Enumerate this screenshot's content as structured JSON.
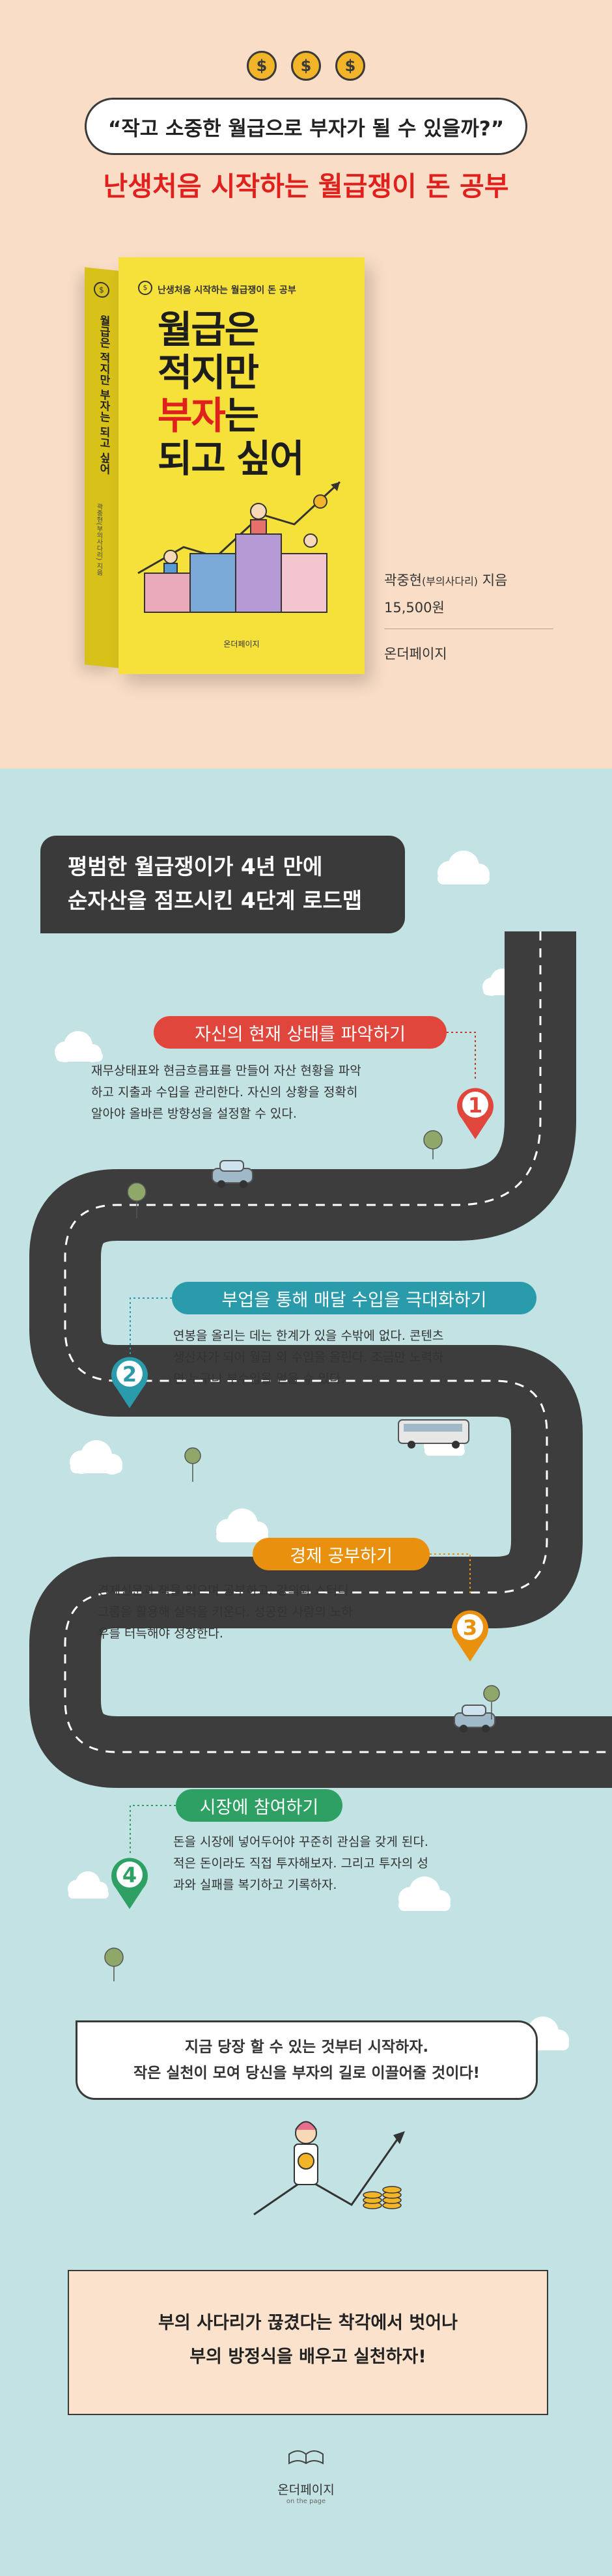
{
  "header": {
    "coin_symbol": "$",
    "quote": "“작고 소중한 월급으로 부자가 될 수 있을까?”",
    "headline": "난생처음 시작하는 월급쟁이 돈 공부"
  },
  "book": {
    "series_label": "난생처음 시작하는 월급쟁이 돈 공부",
    "title_line1": "월급은",
    "title_line2": "적지만",
    "title_line3_red": "부자",
    "title_line3_rest": "는",
    "title_line4": "되고 싶어",
    "spine_title": "월급은 적지만 부자는 되고 싶어",
    "spine_author": "곽중현(부의사다리) 지음",
    "cover_publisher": "온더페이지"
  },
  "book_info": {
    "author_name": "곽중현",
    "author_alias": "(부의사다리)",
    "author_suffix": " 지음",
    "price": "15,500원",
    "publisher": "온더페이지"
  },
  "roadmap": {
    "intro_line1": "평범한 월급쟁이가 4년 만에",
    "intro_line2": "순자산을 점프시킨 4단계 로드맵",
    "steps": [
      {
        "number": "1",
        "label": "자신의 현재 상태를 파악하기",
        "color": "#e0463c",
        "lines": [
          "재무상태표와 현금흐름표를 만들어 자산 현황을 파악",
          "하고 지출과 수입을 관리한다. 자신의 상황을 정확히",
          "알아야 올바른 방향성을 설정할 수 있다."
        ]
      },
      {
        "number": "2",
        "label": "부업을 통해 매달 수입을 극대화하기",
        "color": "#2a9bab",
        "lines": [
          "연봉을 올리는 데는 한계가 있을 수밖에 없다. 콘텐츠",
          "생산자가 되어 월급 외 수입을 올린다. 조금만 노력하",
          "면 누구나 부수입을 얻을 수 있다."
        ]
      },
      {
        "number": "3",
        "label": "경제 공부하기",
        "color": "#e9910e",
        "lines": [
          "경제신문과 책을 읽으며 공부하고, 강의와 스터디",
          "그룹을 활용해 실력을 키운다. 성공한 사람의 노하",
          "우를 터득해야 성장한다."
        ]
      },
      {
        "number": "4",
        "label": "시장에 참여하기",
        "color": "#2ea063",
        "lines": [
          "돈을 시장에 넣어두어야 꾸준히 관심을 갖게 된다.",
          "적은 돈이라도 직접 투자해보자. 그리고 투자의 성",
          "과와 실패를 복기하고 기록하자."
        ]
      }
    ]
  },
  "summary": {
    "line1": "지금 당장 할 수 있는 것부터 시작하자.",
    "line2": "작은 실천이 모여 당신을 부자의 길로 이끌어줄 것이다!"
  },
  "final": {
    "line1": "부의 사다리가 끊겼다는 착각에서 벗어나",
    "line2": "부의 방정식을 배우고 실천하자!"
  },
  "footer": {
    "publisher_name": "온더페이지",
    "publisher_sub": "on the page"
  },
  "colors": {
    "top_bg": "#f9ddc6",
    "bottom_bg": "#c3e2e3",
    "road": "#3d3d3d",
    "accent_red": "#e0201c"
  }
}
